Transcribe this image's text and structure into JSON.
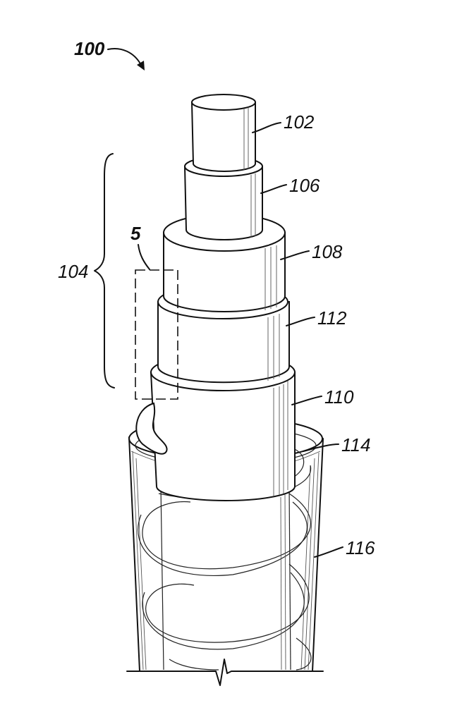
{
  "figure": {
    "main_ref": "100",
    "refs": {
      "r102": "102",
      "r104": "104",
      "r106": "106",
      "r108": "108",
      "r110": "110",
      "r112": "112",
      "r114": "114",
      "r116": "116",
      "detail": "5"
    }
  }
}
